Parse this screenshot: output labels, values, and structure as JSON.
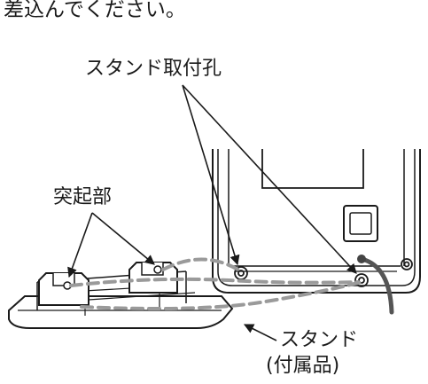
{
  "intro_text": "差込んでください。",
  "labels": {
    "stand_holes": "スタンド取付孔",
    "projections": "突起部",
    "stand": "スタンド",
    "accessory": "(付属品)"
  }
}
